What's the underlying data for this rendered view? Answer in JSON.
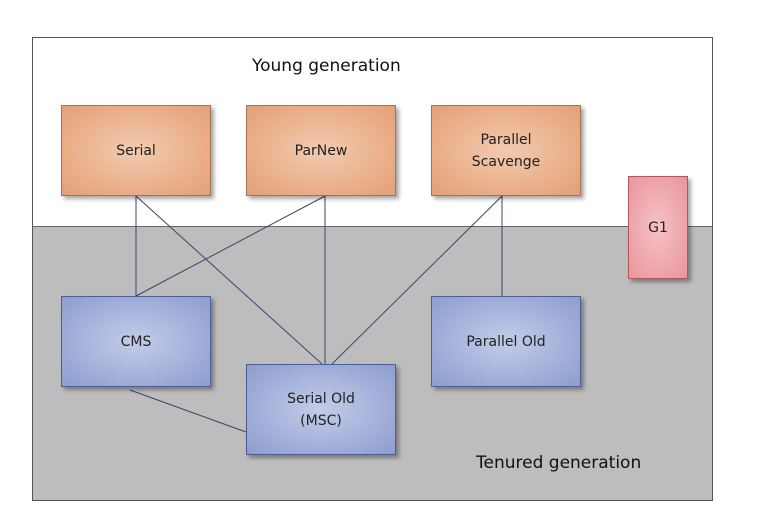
{
  "diagram": {
    "young_region_label": "Young generation",
    "tenured_region_label": "Tenured generation",
    "young_collectors": {
      "serial": "Serial",
      "parnew": "ParNew",
      "parallel_scavenge": "Parallel\nScavenge"
    },
    "old_collectors": {
      "cms": "CMS",
      "serial_old": "Serial Old\n(MSC)",
      "parallel_old": "Parallel Old"
    },
    "g1": "G1",
    "connections": [
      [
        "Serial",
        "CMS"
      ],
      [
        "Serial",
        "Serial Old (MSC)"
      ],
      [
        "ParNew",
        "CMS"
      ],
      [
        "ParNew",
        "Serial Old (MSC)"
      ],
      [
        "Parallel Scavenge",
        "Serial Old (MSC)"
      ],
      [
        "Parallel Scavenge",
        "Parallel Old"
      ],
      [
        "CMS",
        "Serial Old (MSC)"
      ]
    ]
  }
}
